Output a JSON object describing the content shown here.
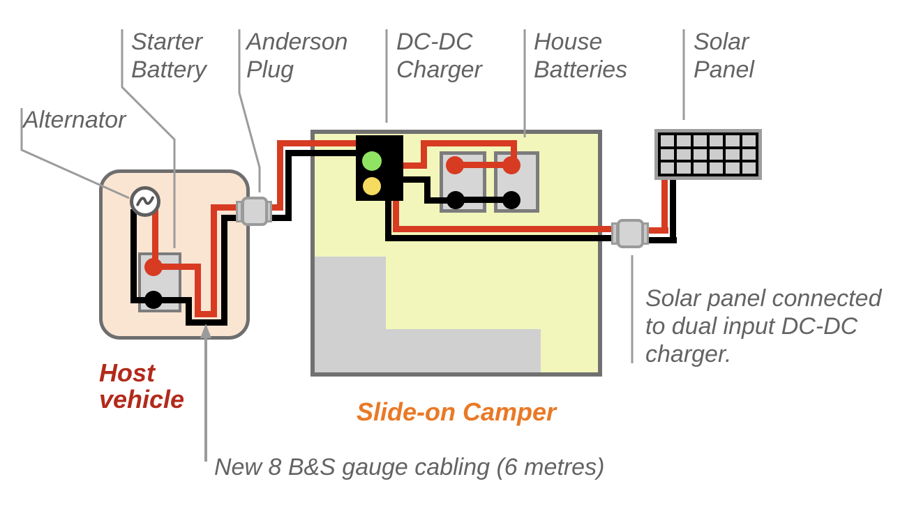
{
  "labels": {
    "alternator": "Alternator",
    "starter_battery": "Starter Battery",
    "anderson_plug": "Anderson Plug",
    "dcdc_charger": "DC-DC Charger",
    "house_batteries": "House Batteries",
    "solar_panel": "Solar Panel"
  },
  "regions": {
    "host_vehicle": "Host vehicle",
    "slide_on_camper": "Slide-on Camper"
  },
  "notes": {
    "cabling": "New 8 B&S gauge cabling (6 metres)",
    "solar": "Solar panel connected to dual input DC-DC charger."
  },
  "components": {
    "solar_panel": {
      "rows": 3,
      "cols": 6
    },
    "dcdc_charger": {
      "indicators": [
        "green",
        "yellow"
      ]
    },
    "house_batteries": {
      "count": 2
    },
    "anderson_plugs": {
      "count": 2
    },
    "wire_polarity": {
      "positive": "red",
      "negative": "black"
    }
  },
  "colors": {
    "wire_red": "#D73B22",
    "wire_black": "#000000",
    "host_fill": "#FAE5D2",
    "host_border": "#6E6E6E",
    "camper_fill": "#F2F6BB",
    "camper_border": "#717171",
    "step_gray": "#D0D0D0",
    "battery_fill": "#D6D6D6",
    "battery_border": "#7C7C7C",
    "plug_fill": "#D4D4D4",
    "plug_flange": "#C9C9C9",
    "plug_border": "#9A9A9A",
    "panel_frame": "#9E9E9E",
    "panel_cell": "#CDCDCD",
    "charger_black": "#000000",
    "indicator_green": "#8FE464",
    "indicator_yellow": "#F5DB5F",
    "label_gray": "#636363",
    "leader_gray": "#9B9B9B",
    "host_text": "#B22A1B",
    "camper_text": "#E97926"
  }
}
